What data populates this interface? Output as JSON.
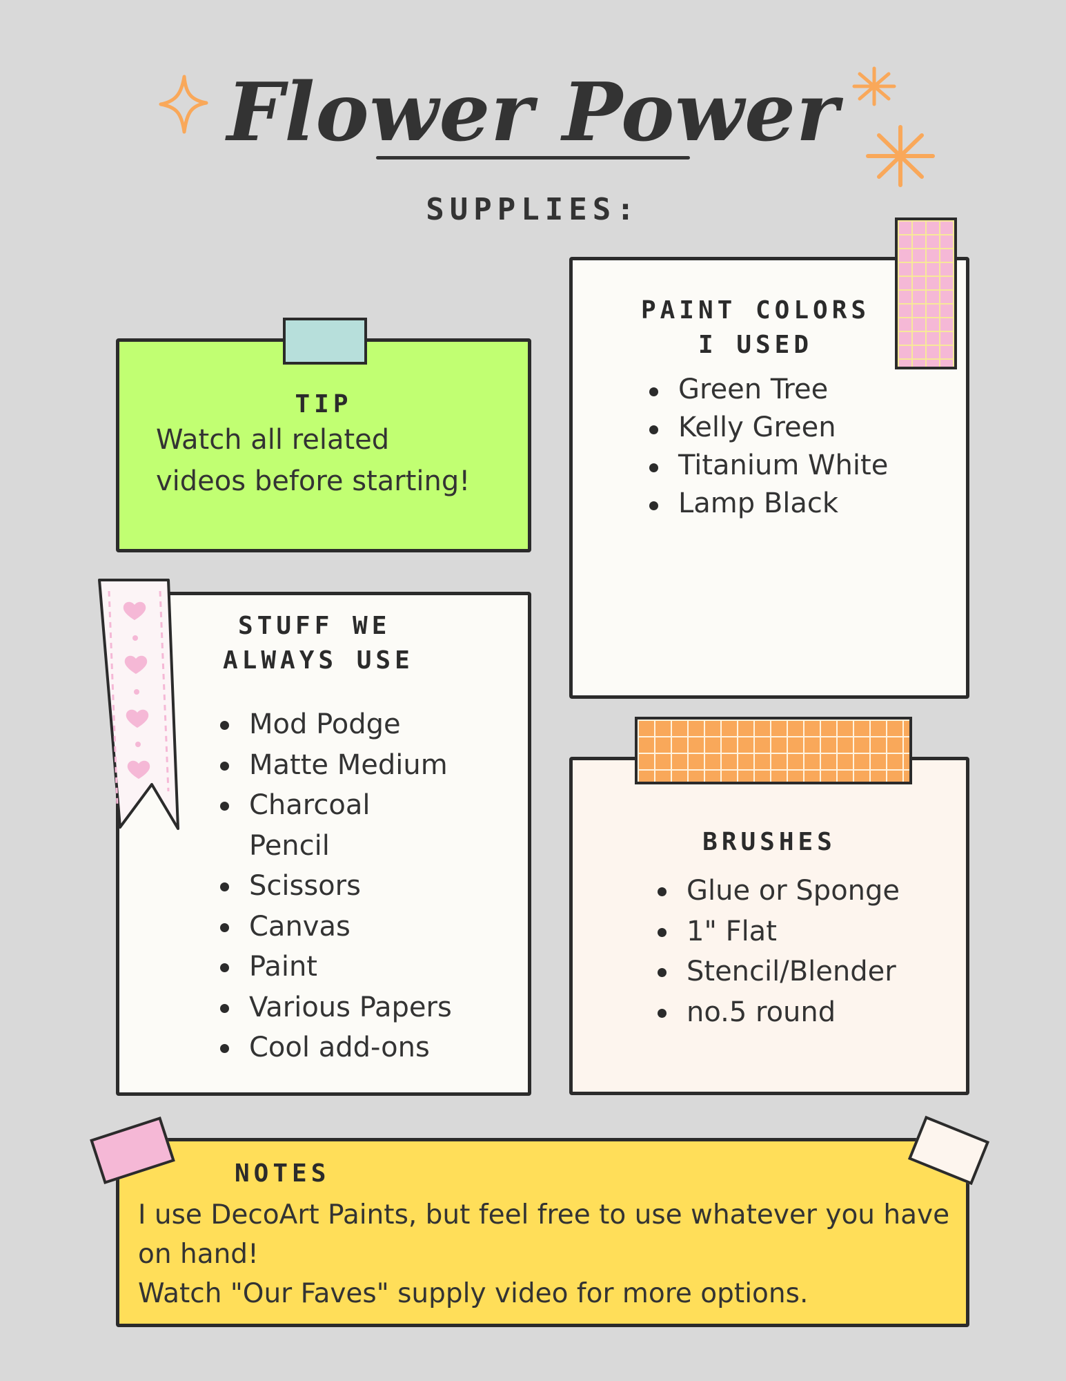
{
  "title": "Flower Power",
  "subtitle": "SUPPLIES:",
  "tip": {
    "heading": "TIP",
    "text_line1": "Watch all related",
    "text_line2": "videos before starting!"
  },
  "paint_colors": {
    "heading_line1": "PAINT COLORS",
    "heading_line2": "I USED",
    "items": [
      "Green Tree",
      "Kelly Green",
      "Titanium White",
      "Lamp Black"
    ]
  },
  "stuff": {
    "heading_line1": "STUFF WE",
    "heading_line2": "ALWAYS USE",
    "items": [
      "Mod Podge",
      "Matte Medium",
      "Charcoal Pencil",
      "Scissors",
      "Canvas",
      "Paint",
      "Various Papers",
      "Cool add-ons"
    ]
  },
  "brushes": {
    "heading": "BRUSHES",
    "items": [
      "Glue or Sponge",
      "1\" Flat",
      "Stencil/Blender",
      "no.5 round"
    ]
  },
  "notes": {
    "heading": "NOTES",
    "line1": "I use DecoArt Paints, but feel free to use whatever you have",
    "line2": "on hand!",
    "line3": "Watch \"Our Faves\" supply video for more options."
  },
  "colors": {
    "background": "#d9d9d9",
    "tip_card": "#c1ff72",
    "notes_card": "#ffde59",
    "accent_orange": "#f9a85a",
    "accent_pink": "#f5b8d6"
  },
  "icons": [
    "sparkle-star-icon",
    "asterisk-star-icon",
    "heart-icon"
  ]
}
